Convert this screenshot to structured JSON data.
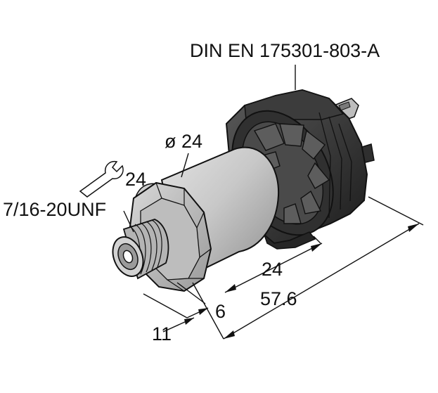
{
  "labels": {
    "connector_standard": "DIN EN 175301-803-A",
    "body_diameter": "ø 24",
    "wrench_size": "24",
    "thread": "7/16-20UNF",
    "dim_body_length": "24",
    "dim_total_length": "57.6",
    "dim_collar": "6",
    "dim_thread_length": "11"
  },
  "icons": {
    "wrench": "wrench-icon"
  },
  "colors": {
    "line": "#111111",
    "body_gray": "#c4c4c4",
    "connector_dark": "#2a2a2a",
    "connector_mid": "#4d4d4d",
    "pin_metal": "#b8b8b8"
  }
}
